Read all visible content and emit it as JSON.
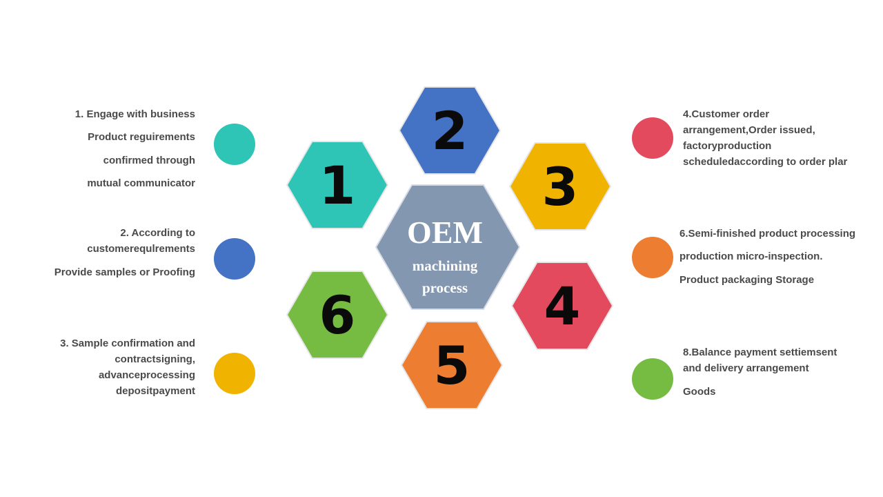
{
  "center": {
    "title": "OEM",
    "subtitle_lines": [
      "machining",
      "process"
    ],
    "color": "#8497b0"
  },
  "hexagons": [
    {
      "number": "1",
      "color": "#2ec4b6"
    },
    {
      "number": "2",
      "color": "#4472c4"
    },
    {
      "number": "3",
      "color": "#f0b400"
    },
    {
      "number": "4",
      "color": "#e44a5d"
    },
    {
      "number": "5",
      "color": "#ed7d31"
    },
    {
      "number": "6",
      "color": "#76bc43"
    }
  ],
  "steps_left": [
    {
      "color": "#2ec4b6",
      "lines": [
        "1. Engage with business",
        "Product reguirements",
        "confirmed through",
        "mutual communicator"
      ]
    },
    {
      "color": "#4472c4",
      "lines": [
        "2. According to",
        "customerequlrements",
        "Provide samples or Proofing"
      ]
    },
    {
      "color": "#f0b400",
      "lines": [
        "3. Sample confirmation and",
        "contractsigning,",
        "advanceprocessing",
        "depositpayment"
      ]
    }
  ],
  "steps_right": [
    {
      "color": "#e44a5d",
      "lines": [
        "4.Customer order",
        "arrangement,Order issued,",
        "factoryproduction",
        "scheduledaccording to order plar"
      ]
    },
    {
      "color": "#ed7d31",
      "lines": [
        "6.Semi-finished product processing",
        "production micro-inspection.",
        "Product packaging Storage"
      ]
    },
    {
      "color": "#76bc43",
      "lines": [
        "8.Balance payment settiemsent",
        "and delivery arrangement",
        "Goods"
      ]
    }
  ]
}
